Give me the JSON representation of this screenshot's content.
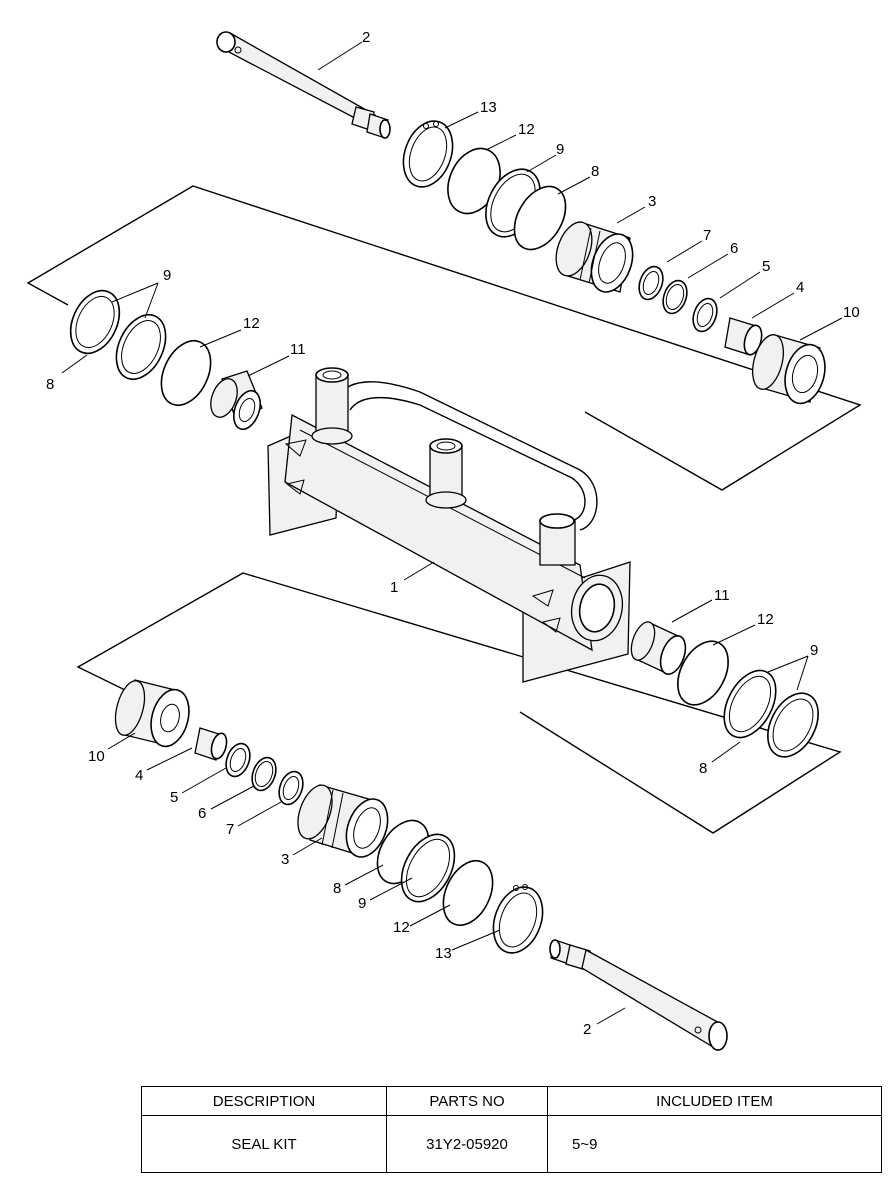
{
  "callouts": [
    "1",
    "2",
    "3",
    "4",
    "5",
    "6",
    "7",
    "8",
    "9",
    "10",
    "11",
    "12",
    "13"
  ],
  "table": {
    "headers": [
      "DESCRIPTION",
      "PARTS NO",
      "INCLUDED ITEM"
    ],
    "rows": [
      {
        "description": "SEAL KIT",
        "parts_no": "31Y2-05920",
        "included": "5~9"
      }
    ]
  }
}
